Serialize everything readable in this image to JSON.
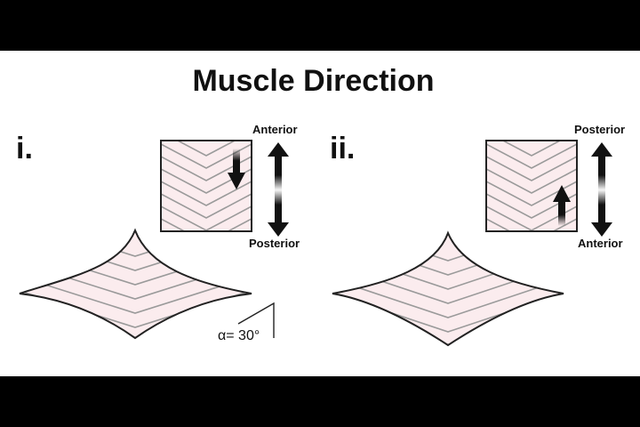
{
  "title": "Muscle Direction",
  "panels": [
    {
      "label": "i.",
      "top_direction": "Anterior",
      "bottom_direction": "Posterior",
      "angle_label": "α= 30°"
    },
    {
      "label": "ii.",
      "top_direction": "Posterior",
      "bottom_direction": "Anterior"
    }
  ],
  "colors": {
    "fill": "#fbecee",
    "fiber": "#9a9a9a",
    "outline": "#222222",
    "background": "#ffffff",
    "frame": "#000000"
  }
}
